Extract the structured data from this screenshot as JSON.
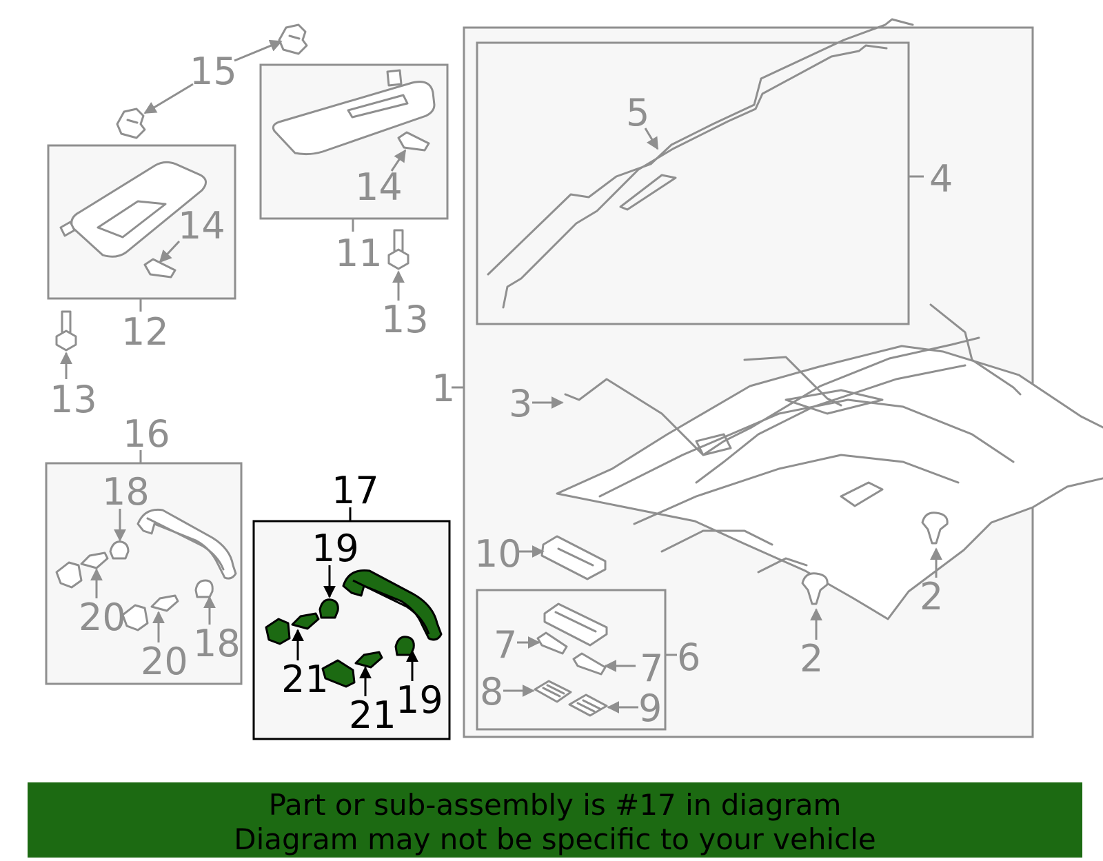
{
  "diagram": {
    "callouts": {
      "c1": "1",
      "c2a": "2",
      "c2b": "2",
      "c3": "3",
      "c4": "4",
      "c5": "5",
      "c6": "6",
      "c7a": "7",
      "c7b": "7",
      "c8": "8",
      "c9": "9",
      "c10": "10",
      "c11": "11",
      "c12": "12",
      "c13a": "13",
      "c13b": "13",
      "c14a": "14",
      "c14b": "14",
      "c15": "15",
      "c16": "16",
      "c17": "17",
      "c18a": "18",
      "c18b": "18",
      "c19a": "19",
      "c19b": "19",
      "c20a": "20",
      "c20b": "20",
      "c21a": "21",
      "c21b": "21"
    },
    "highlight_color": "#1c6a12",
    "line_color": "#8f8f8f",
    "highlighted_part": "17"
  },
  "banner": {
    "line1": "Part or sub-assembly is #17 in diagram",
    "line2": "Diagram may not be specific to your vehicle",
    "background": "#1c6a12"
  }
}
